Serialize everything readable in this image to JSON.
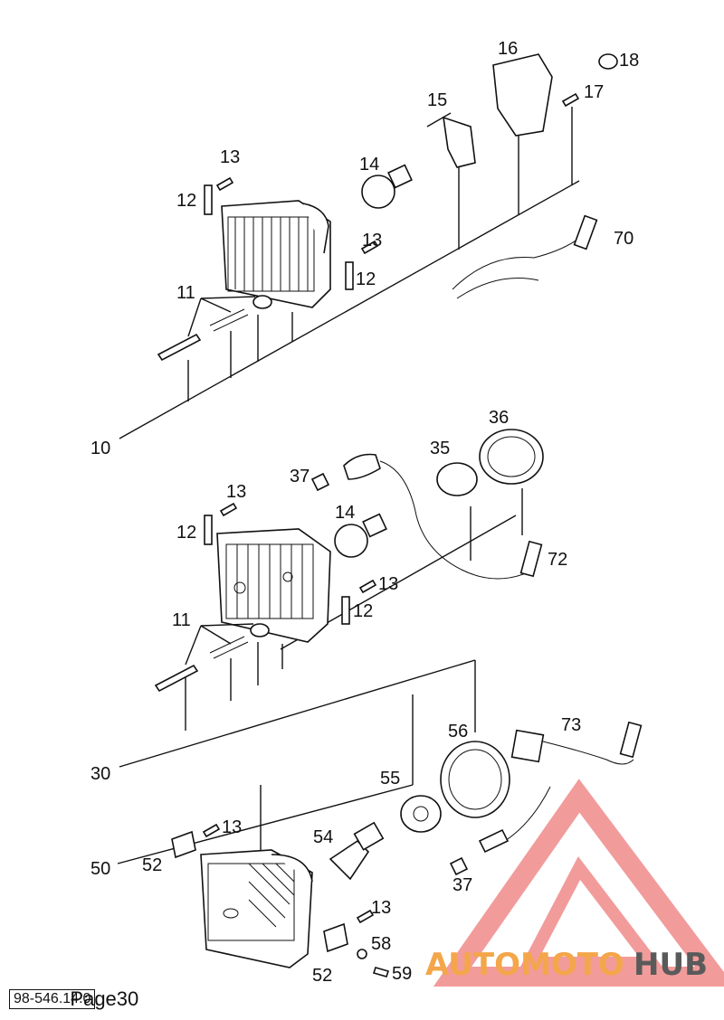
{
  "labels": {
    "g1": [
      "10",
      "11",
      "12",
      "13",
      "14",
      "15",
      "16",
      "17",
      "18",
      "70",
      "13",
      "12"
    ],
    "g2": [
      "30",
      "11",
      "12",
      "13",
      "14",
      "35",
      "36",
      "37",
      "72",
      "13",
      "12"
    ],
    "g3": [
      "50",
      "52",
      "13",
      "54",
      "55",
      "56",
      "73",
      "37",
      "13",
      "52",
      "58",
      "59"
    ]
  },
  "footer": {
    "doc_number": "98-546.14.0",
    "page": "Page30"
  },
  "watermark": {
    "brand_part1": "AUTOMOTO",
    "brand_part2": "HUB",
    "color_pink": "#f08a8a",
    "color_orange": "#f4a64a",
    "color_gray": "#5a5a5a"
  }
}
